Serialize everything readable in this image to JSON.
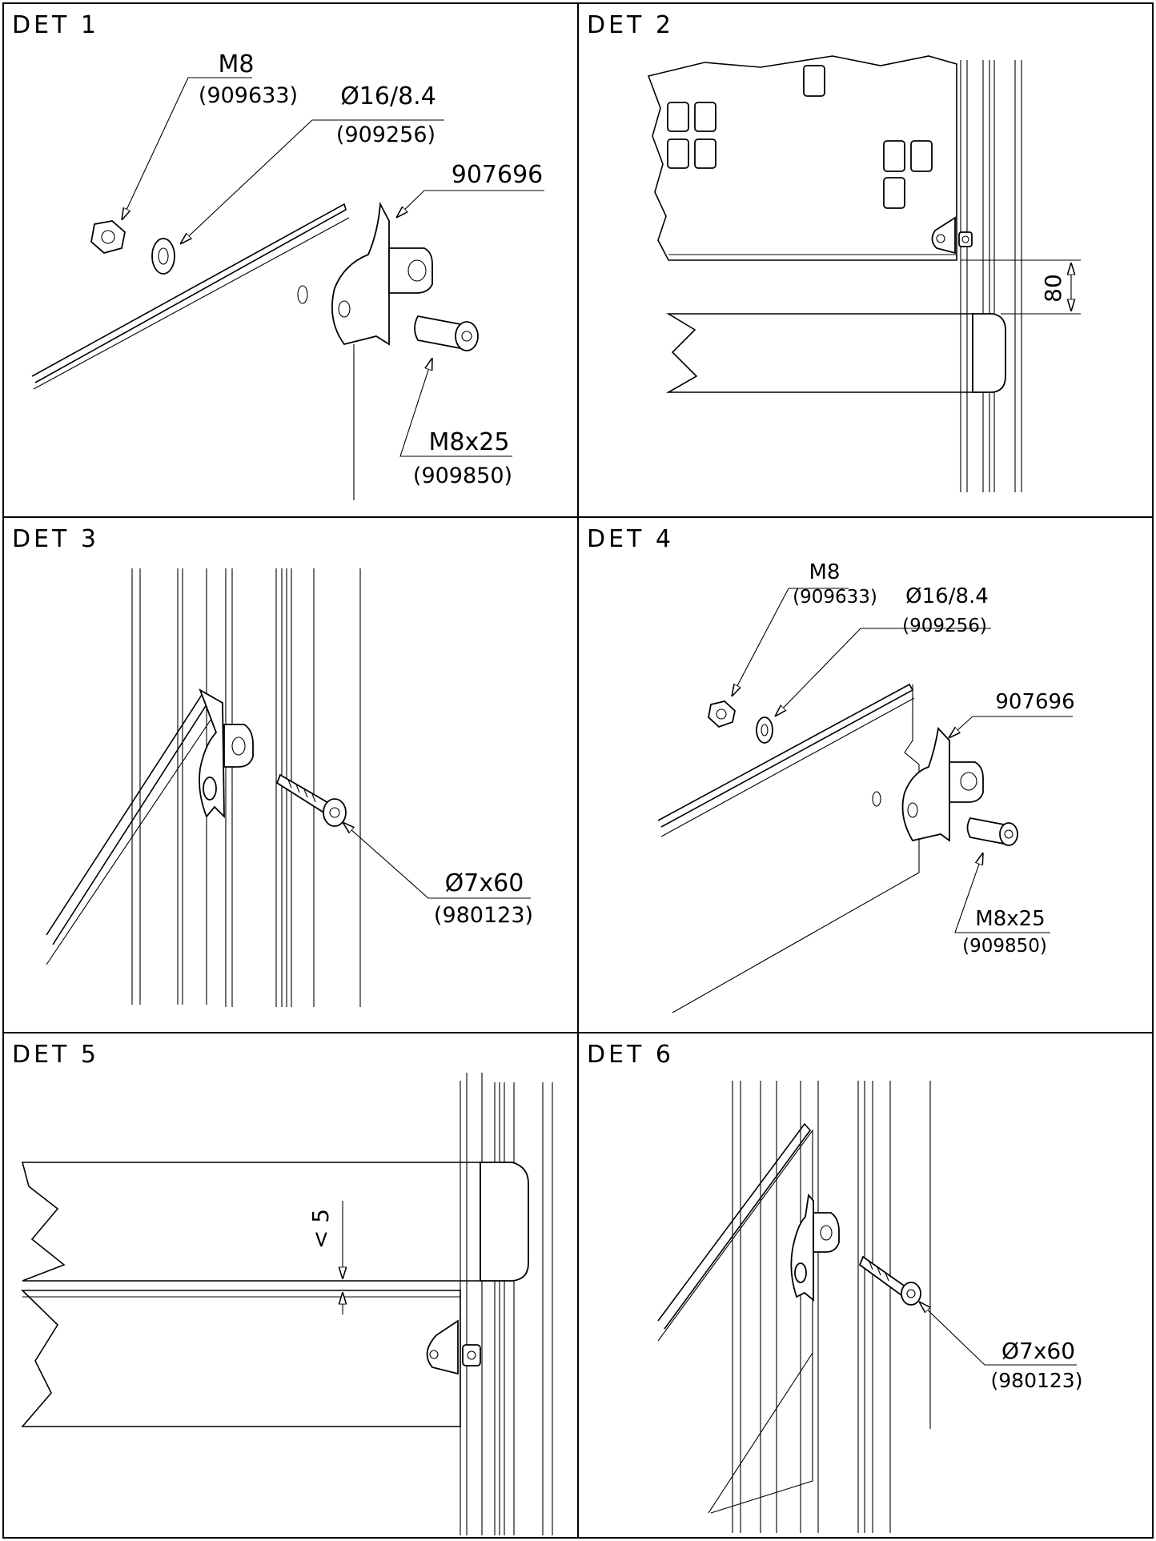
{
  "panels": [
    {
      "title": "DET 1"
    },
    {
      "title": "DET 2"
    },
    {
      "title": "DET 3"
    },
    {
      "title": "DET 4"
    },
    {
      "title": "DET 5"
    },
    {
      "title": "DET 6"
    }
  ],
  "det1": {
    "nut": {
      "size": "M8",
      "code": "(909633)"
    },
    "washer": {
      "size": "Ø16/8.4",
      "code": "(909256)"
    },
    "bracket": {
      "code": "907696"
    },
    "bolt": {
      "size": "M8x25",
      "code": "(909850)"
    }
  },
  "det2": {
    "dimension": "80"
  },
  "det3": {
    "screw": {
      "size": "Ø7x60",
      "code": "(980123)"
    }
  },
  "det4": {
    "nut": {
      "size": "M8",
      "code": "(909633)"
    },
    "washer": {
      "size": "Ø16/8.4",
      "code": "(909256)"
    },
    "bracket": {
      "code": "907696"
    },
    "bolt": {
      "size": "M8x25",
      "code": "(909850)"
    }
  },
  "det5": {
    "dimension": "< 5"
  },
  "det6": {
    "screw": {
      "size": "Ø7x60",
      "code": "(980123)"
    }
  }
}
